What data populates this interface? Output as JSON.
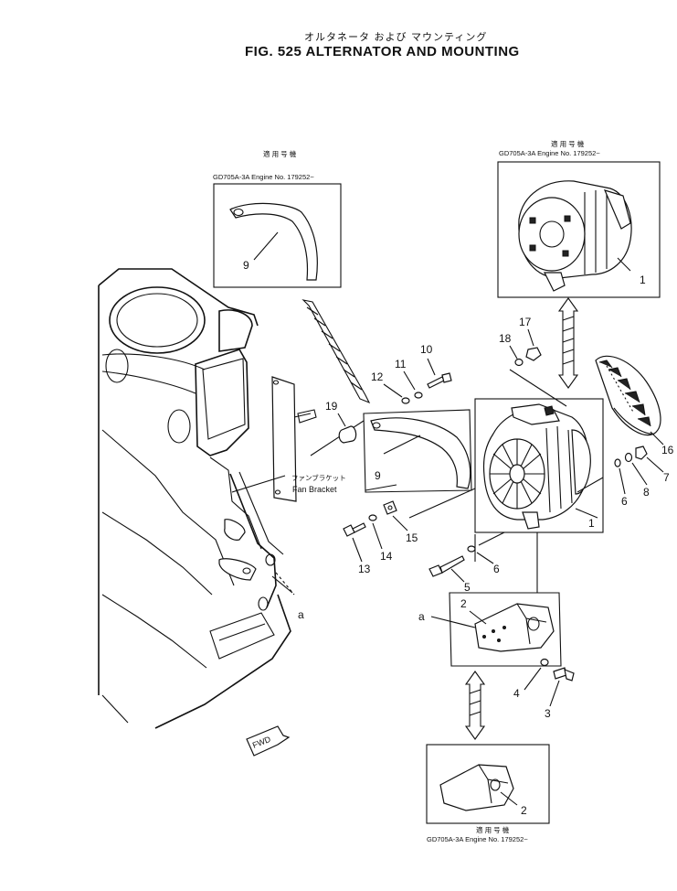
{
  "header": {
    "title_jp": "オルタネータ および マウンティング",
    "title": "FIG. 525  ALTERNATOR AND MOUNTING"
  },
  "insets": {
    "applicable_jp": "適 用 号 機",
    "engine_label": "GD705A-3A  Engine No. 179252~"
  },
  "labels": {
    "fan_bracket_jp": "ファンブラケット",
    "fan_bracket": "Fan Bracket",
    "fwd": "FWD",
    "a_left": "a",
    "a_right": "a"
  },
  "callouts": {
    "p1_top": "1",
    "p9_top": "9",
    "p17": "17",
    "p18": "18",
    "p10": "10",
    "p11": "11",
    "p12": "12",
    "p19": "19",
    "p9_mid": "9",
    "p16": "16",
    "p6_right": "6",
    "p8": "8",
    "p7": "7",
    "p1_mid": "1",
    "p15": "15",
    "p14": "14",
    "p13": "13",
    "p5": "5",
    "p6_mid": "6",
    "p2_mid": "2",
    "p4": "4",
    "p3": "3",
    "p2_bottom": "2"
  },
  "colors": {
    "ink": "#111111",
    "paper": "#ffffff"
  }
}
